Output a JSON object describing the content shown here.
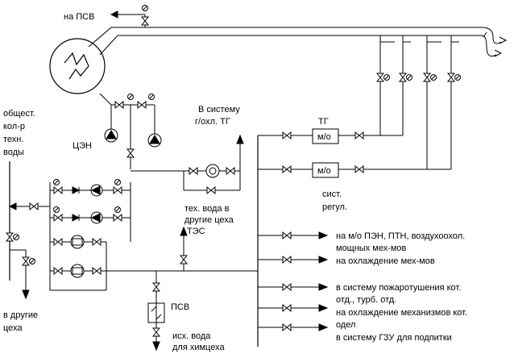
{
  "labels": {
    "to_psv_top": "на ПСВ",
    "to_system_gas": "В систему",
    "gas_cooling_tg": "г/охл. ТГ",
    "common_header_1": "общест.",
    "common_header_2": "кол-р",
    "common_header_3": "техн.",
    "common_header_4": "воды",
    "czen": "ЦЭН",
    "tg": "ТГ",
    "mo1": "м/о",
    "mo2": "м/о",
    "reg_sys_1": "сист.",
    "reg_sys_2": "регул.",
    "tech_water_1": "тех. вода в",
    "tech_water_2": "другие цеха",
    "tech_water_3": "ТЭС",
    "to_other_1": "в другие",
    "to_other_2": "цеха",
    "psv": "ПСВ",
    "src_water_1": "исх. вода",
    "src_water_2": "для химцеха",
    "out1": "на м/о ПЭН, ПТН, воздухоохол.",
    "out1b": "мощных мех-мов",
    "out2": "на охлаждение мех-мов",
    "out3": "в систему пожаротушения кот.",
    "out3b": "отд., турб. отд.",
    "out4": "на охлаждение механизмов кот.",
    "out4b": "одел",
    "out5": "в систему ГЗУ для подпитки"
  }
}
